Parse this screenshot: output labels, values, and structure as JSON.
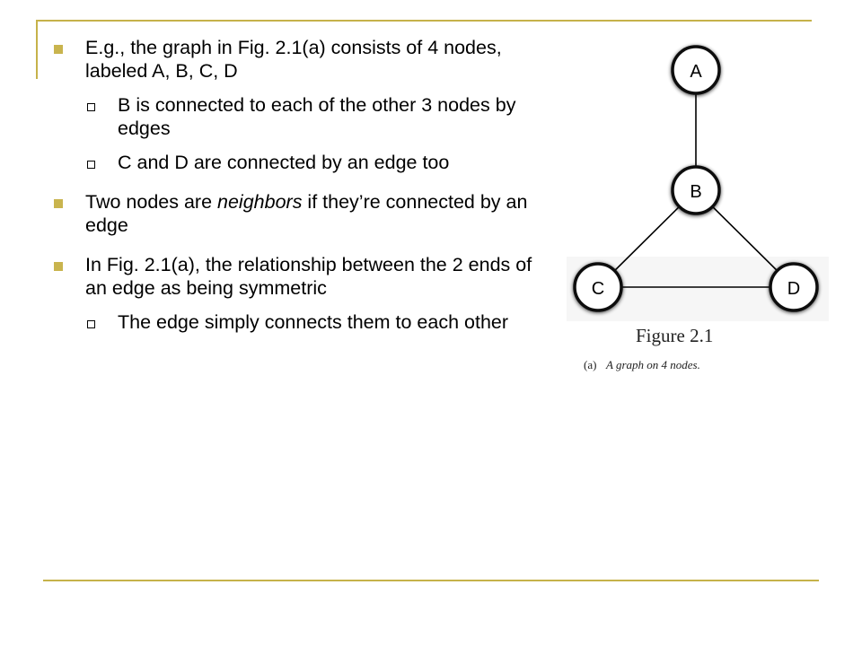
{
  "bullets": [
    {
      "level": 1,
      "text": "E.g., the graph in Fig. 2.1(a) consists of 4 nodes, labeled A, B, C, D",
      "children": [
        {
          "text": "B is connected to each of the other 3 nodes by edges"
        },
        {
          "text": "C and D are connected by an edge too"
        }
      ]
    },
    {
      "level": 1,
      "parts": {
        "before": "Two nodes are ",
        "italic": "neighbors",
        "after": " if they’re connected by an edge"
      }
    },
    {
      "level": 1,
      "text": "In Fig. 2.1(a), the relationship between the 2 ends of an edge as being symmetric",
      "children": [
        {
          "text": "The edge simply connects them to each other"
        }
      ]
    }
  ],
  "figure": {
    "nodes": [
      "A",
      "B",
      "C",
      "D"
    ],
    "edges": [
      [
        "A",
        "B"
      ],
      [
        "B",
        "C"
      ],
      [
        "B",
        "D"
      ],
      [
        "C",
        "D"
      ]
    ],
    "title": "Figure 2.1",
    "caption_label": "(a)",
    "caption_text": "A graph on 4 nodes."
  },
  "colors": {
    "rule": "#c6b24a",
    "bullet": "#c9b44e"
  }
}
